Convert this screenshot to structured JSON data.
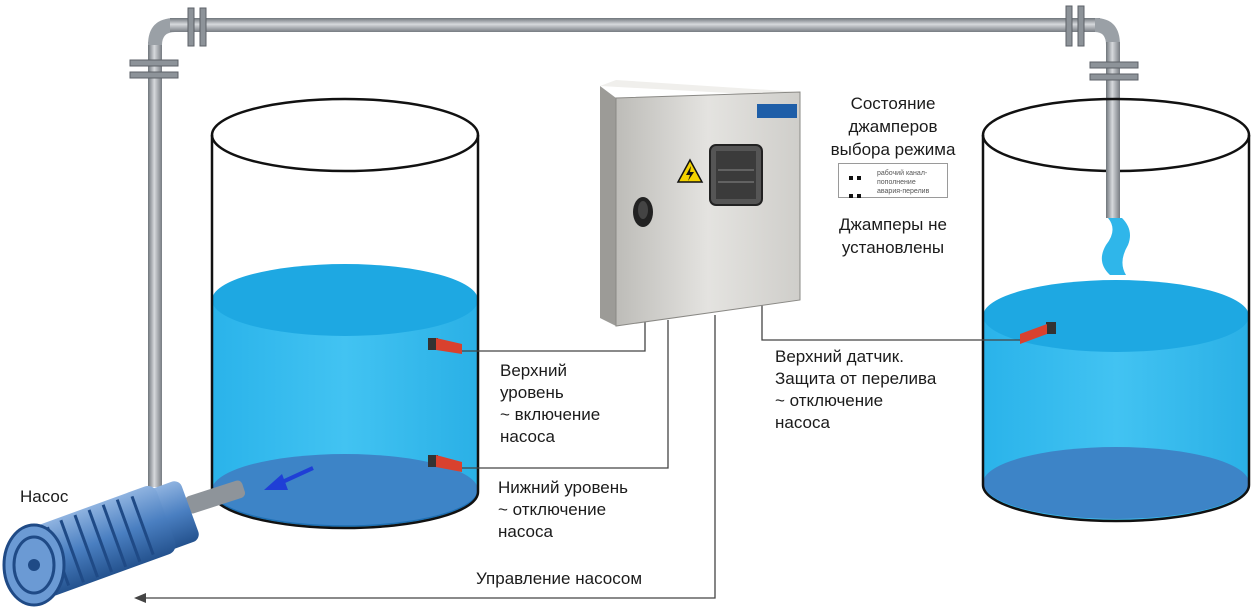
{
  "labels": {
    "pump": "Насос",
    "jumper_title": [
      "Состояние",
      "джамперов",
      "выбора режима"
    ],
    "jumper_status": [
      "Джамперы не",
      "установлены"
    ],
    "jumper_legend": [
      "рабочий канал-",
      "пополнение",
      "авария-перелив"
    ],
    "upper_level": [
      "Верхний",
      "уровень",
      "~ включение",
      "насоса"
    ],
    "lower_level": [
      "Нижний уровень",
      "~ отключение",
      "насоса"
    ],
    "upper_sensor": [
      "Верхний датчик.",
      "Защита от перелива",
      "~ отключение",
      "насоса"
    ],
    "pump_control": "Управление насосом"
  },
  "colors": {
    "water": "#2fb6ea",
    "water_surface": "#1aa6e0",
    "water_bottom": "#3b86c9",
    "pipe": "#9aa0a6",
    "cabinet": "#d9d9d6",
    "sensor": "#d9412e",
    "pump_body": "#4a7fc1",
    "arrow": "#1f3fd6"
  },
  "icons": [
    "high-voltage-warning-icon",
    "door-lock-icon",
    "flow-direction-arrow-icon"
  ]
}
